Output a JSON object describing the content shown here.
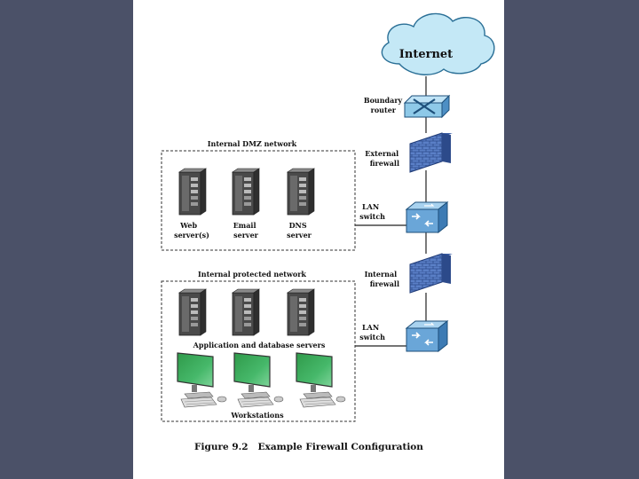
{
  "diagram": {
    "internet": "Internet",
    "boundary_router": [
      "Boundary",
      "router"
    ],
    "external_firewall": [
      "External",
      "firewall"
    ],
    "lan_switch_1": [
      "LAN",
      "switch"
    ],
    "internal_firewall": [
      "Internal",
      "firewall"
    ],
    "lan_switch_2": [
      "LAN",
      "switch"
    ],
    "dmz_title": "Internal DMZ network",
    "protected_title": "Internal protected network",
    "web_server": [
      "Web",
      "server(s)"
    ],
    "email_server": [
      "Email",
      "server"
    ],
    "dns_server": [
      "DNS",
      "server"
    ],
    "app_db_servers": "Application and database servers",
    "workstations": "Workstations",
    "caption": "Figure 9.2   Example Firewall Configuration"
  },
  "colors": {
    "cloud": "#c4e8f6",
    "firewall": "#5a7fc6",
    "switch": "#6aa6d8",
    "router": "#8ec9e8",
    "server": "#595959",
    "monitor_screen": "#3aa858",
    "background": "#4b5168"
  }
}
